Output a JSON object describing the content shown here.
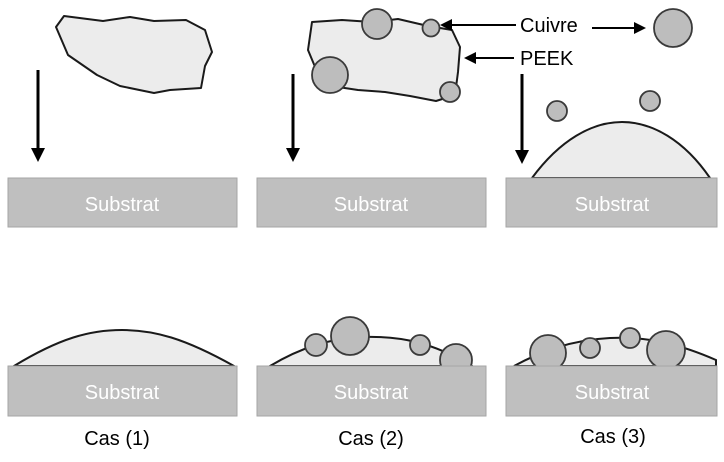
{
  "labels": {
    "copper": "Cuivre",
    "peek": "PEEK",
    "substrate": "Substrat"
  },
  "cases": [
    "Cas (1)",
    "Cas (2)",
    "Cas (3)"
  ],
  "colors": {
    "substrate_fill": "#bfbfbf",
    "substrate_text": "#ffffff",
    "peek_fill": "#ececec",
    "copper_fill": "#bdbdbd",
    "outline": "#1a1a1a"
  }
}
